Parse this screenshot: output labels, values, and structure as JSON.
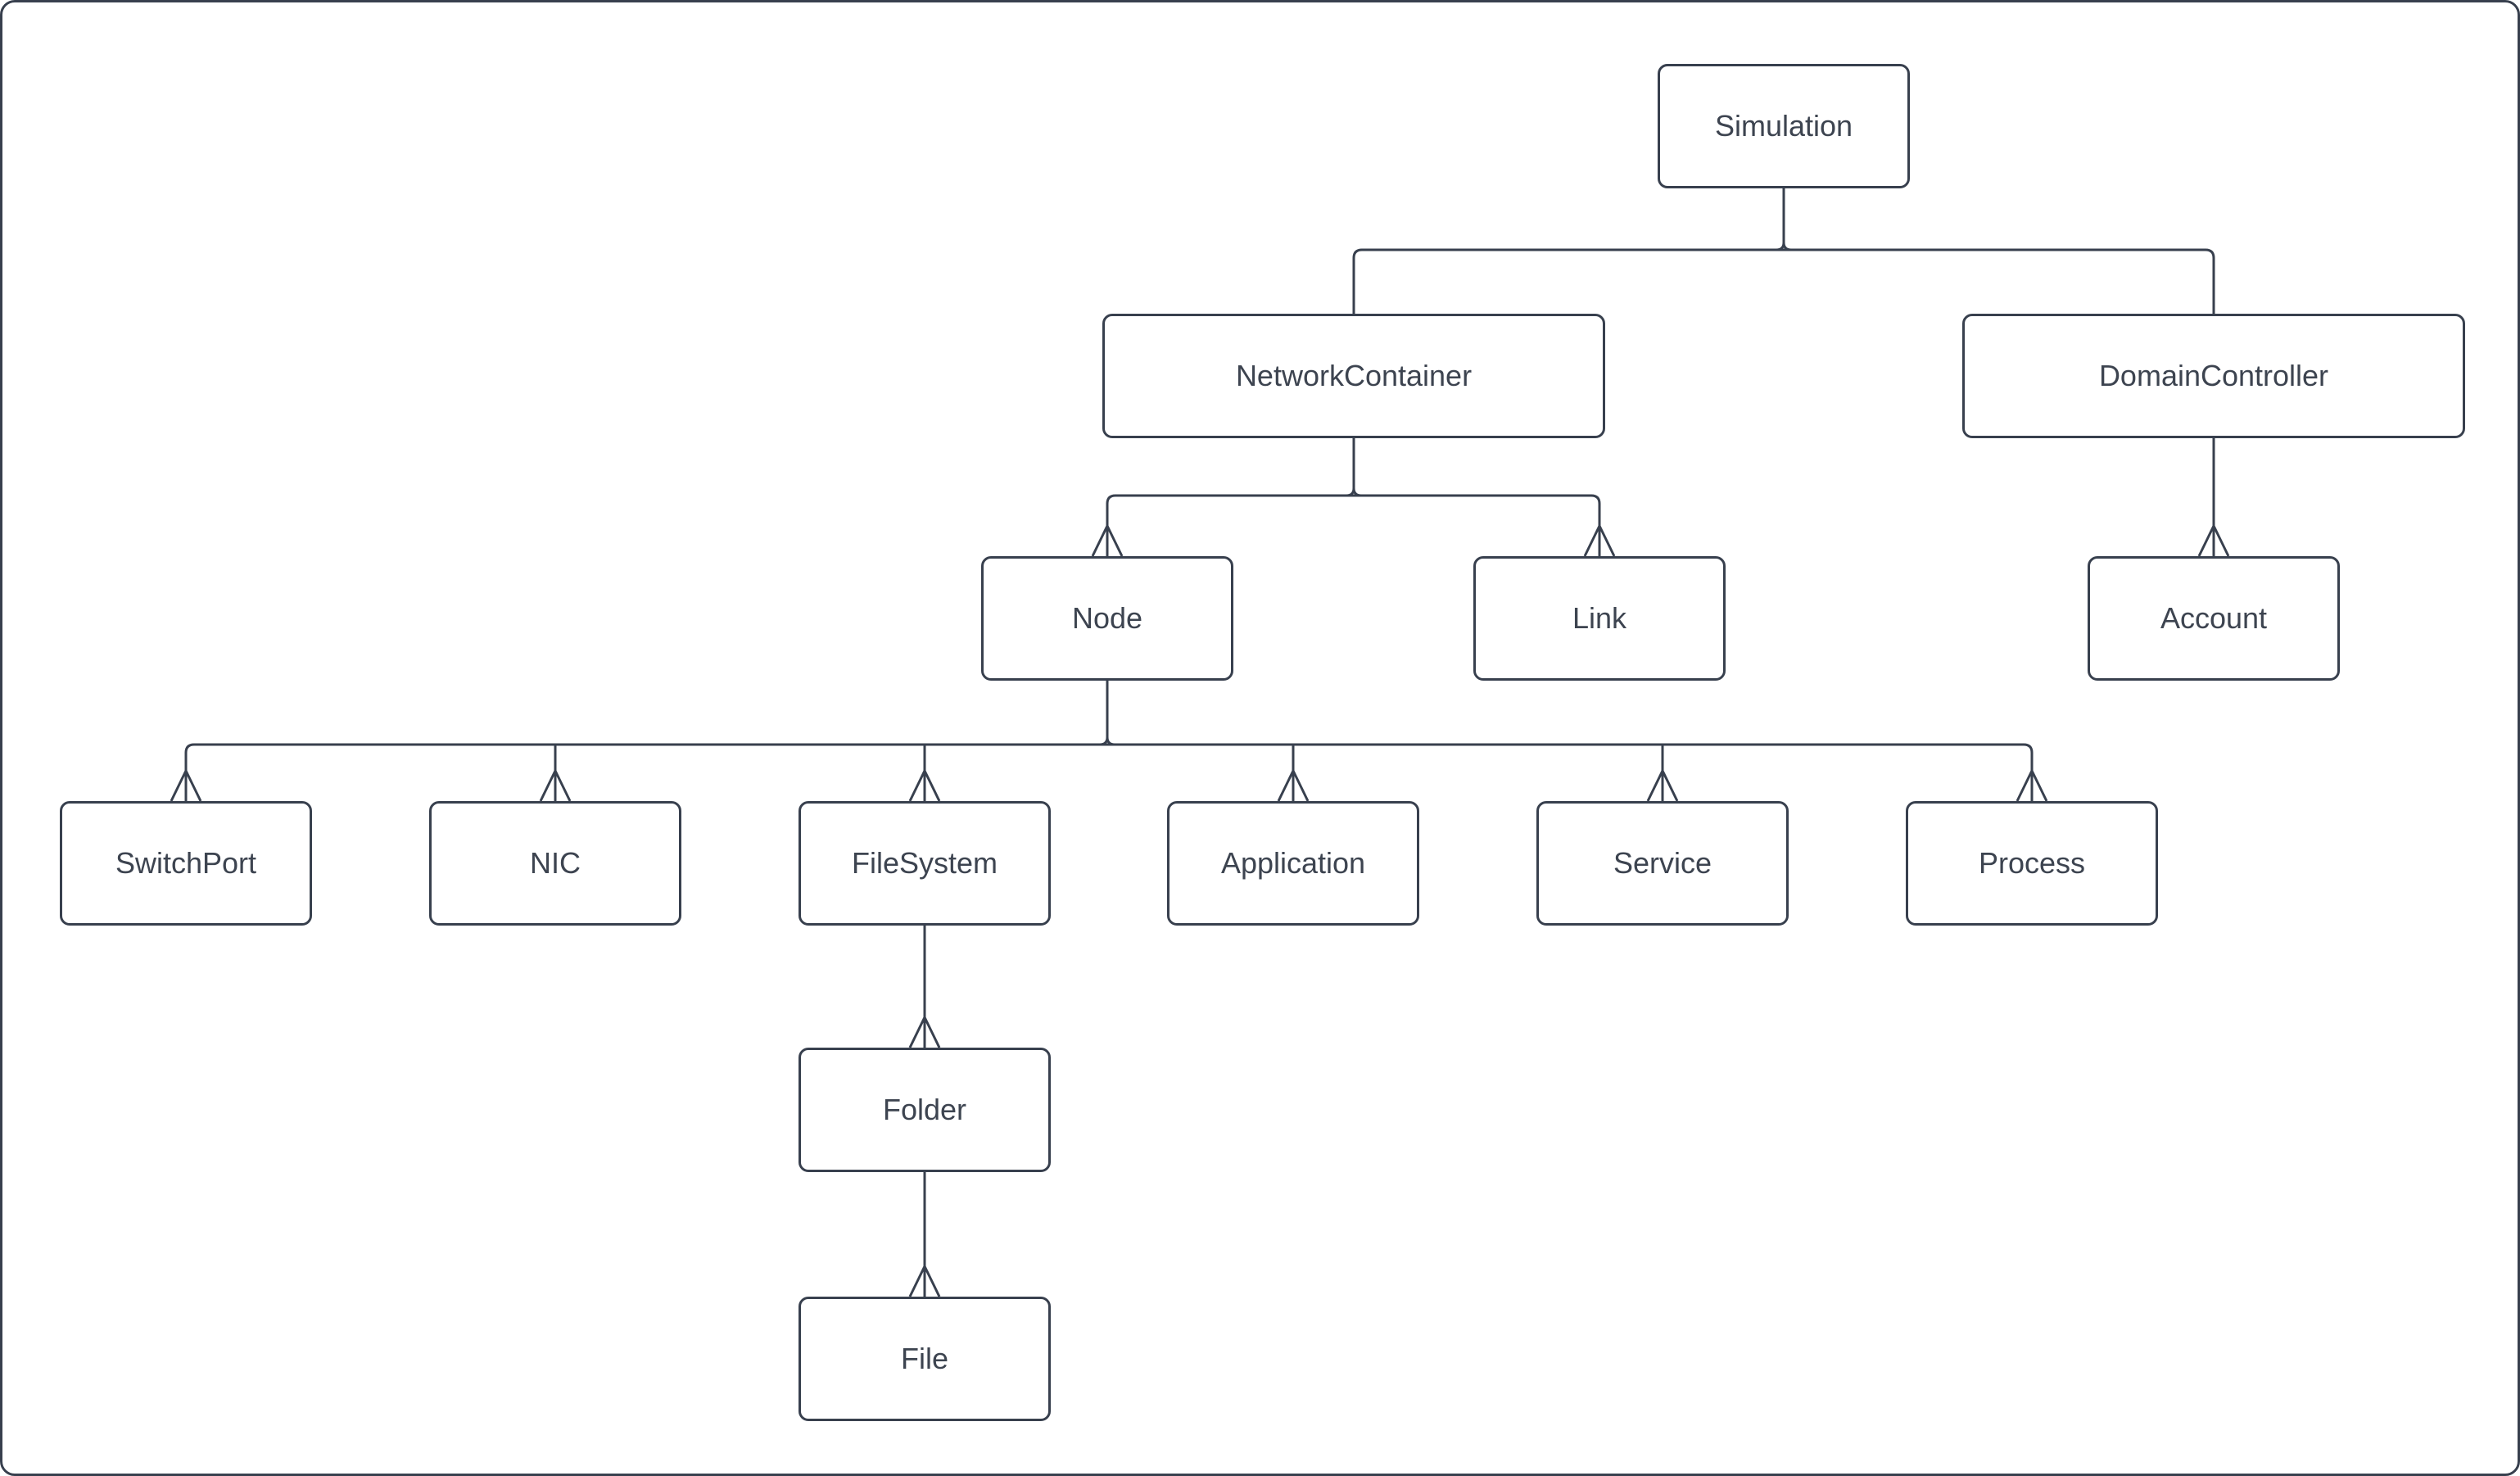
{
  "canvas": {
    "background_color": "#ffffff",
    "border_color": "#38404e",
    "shape_fill": "#ffffff",
    "text_color": "#3d4450"
  },
  "diagram": {
    "type": "hierarchy-tree",
    "nodes": [
      {
        "id": "simulation",
        "label": "Simulation"
      },
      {
        "id": "network-container",
        "label": "NetworkContainer"
      },
      {
        "id": "domain-controller",
        "label": "DomainController"
      },
      {
        "id": "node",
        "label": "Node"
      },
      {
        "id": "link",
        "label": "Link"
      },
      {
        "id": "account",
        "label": "Account"
      },
      {
        "id": "switchport",
        "label": "SwitchPort"
      },
      {
        "id": "nic",
        "label": "NIC"
      },
      {
        "id": "filesystem",
        "label": "FileSystem"
      },
      {
        "id": "application",
        "label": "Application"
      },
      {
        "id": "service",
        "label": "Service"
      },
      {
        "id": "process",
        "label": "Process"
      },
      {
        "id": "folder",
        "label": "Folder"
      },
      {
        "id": "file",
        "label": "File"
      }
    ],
    "edges": [
      {
        "from": "Simulation",
        "to": "NetworkContainer"
      },
      {
        "from": "Simulation",
        "to": "DomainController"
      },
      {
        "from": "NetworkContainer",
        "to": "Node"
      },
      {
        "from": "NetworkContainer",
        "to": "Link"
      },
      {
        "from": "DomainController",
        "to": "Account"
      },
      {
        "from": "Node",
        "to": "SwitchPort"
      },
      {
        "from": "Node",
        "to": "NIC"
      },
      {
        "from": "Node",
        "to": "FileSystem"
      },
      {
        "from": "Node",
        "to": "Application"
      },
      {
        "from": "Node",
        "to": "Service"
      },
      {
        "from": "Node",
        "to": "Process"
      },
      {
        "from": "FileSystem",
        "to": "Folder"
      },
      {
        "from": "Folder",
        "to": "File"
      }
    ]
  }
}
